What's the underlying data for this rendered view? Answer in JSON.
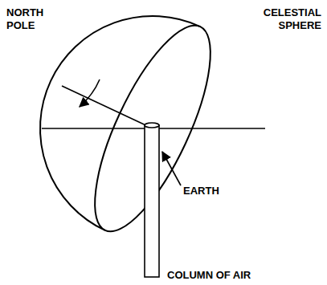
{
  "diagram": {
    "labels": [
      "NORTH POLE",
      "CELESTIAL SPHERE",
      "EARTH",
      "COLUMN OF AIR"
    ]
  }
}
